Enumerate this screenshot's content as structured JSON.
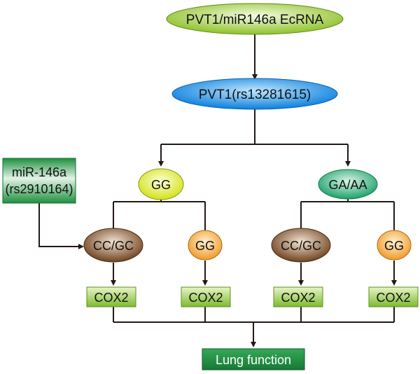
{
  "nodes": {
    "ecrna": {
      "label": "PVT1/miR146a EcRNA"
    },
    "pvt1": {
      "label": "PVT1(rs13281615)"
    },
    "mir146a": {
      "line1": "miR-146a",
      "line2": "(rs2910164)"
    },
    "gg_left": {
      "label": "GG"
    },
    "ga_aa": {
      "label": "GA/AA"
    },
    "cc_gc_left": {
      "label": "CC/GC"
    },
    "gg_left_child": {
      "label": "GG"
    },
    "cc_gc_right": {
      "label": "CC/GC"
    },
    "gg_right_child": {
      "label": "GG"
    },
    "cox2_1": {
      "label": "COX2"
    },
    "cox2_2": {
      "label": "COX2"
    },
    "cox2_3": {
      "label": "COX2"
    },
    "cox2_4": {
      "label": "COX2"
    },
    "lung": {
      "label": "Lung function"
    }
  },
  "colors": {
    "green_ellipse": "#a6d13a",
    "blue_ellipse": "#1a8fe8",
    "yellow_ellipse": "#e3ef30",
    "teal_ellipse": "#2fb57a",
    "brown_ellipse": "#8a5a2c",
    "orange_ellipse": "#f5b24a",
    "cox2_box": "#8cc63f",
    "dark_green_box": "#1e8c3c",
    "line": "#231815"
  }
}
